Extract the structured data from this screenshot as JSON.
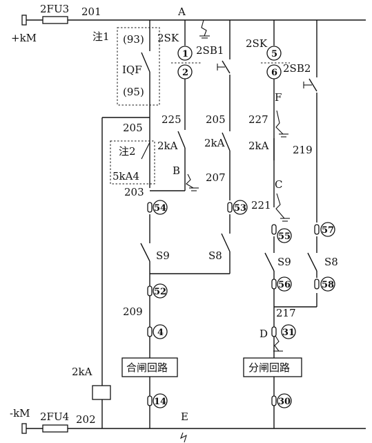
{
  "labels": {
    "fuse_top": "2FU3",
    "node_201": "201",
    "node_A": "A",
    "pos_bus": "+kM",
    "note1": "注1",
    "iqf_93": "(93)",
    "iqf_name": "IQF",
    "iqf_95": "(95)",
    "sk_left": "2SK",
    "sk_right": "2SK",
    "sb1": "2SB1",
    "sb2": "2SB2",
    "n225": "225",
    "n205a": "205",
    "n205b": "205",
    "n227": "227",
    "F": "F",
    "kA_1": "2kA",
    "kA_2": "2kA",
    "kA_3": "2kA",
    "n219": "219",
    "note2": "注2",
    "kA4": "5kA4",
    "B": "B",
    "n207": "207",
    "n203": "203",
    "C": "C",
    "n221": "221",
    "S9_left": "S9",
    "S8_left": "S8",
    "S9_right": "S9",
    "S8_right": "S8",
    "n209": "209",
    "n217": "217",
    "D": "D",
    "kA_coil": "2kA",
    "close_circuit": "合闸回路",
    "open_circuit": "分闸回路",
    "neg_bus": "-kM",
    "fuse_bottom": "2FU4",
    "node_202": "202",
    "E": "E"
  },
  "circled_numbers": {
    "c1": "1",
    "c2": "2",
    "c5": "5",
    "c6": "6",
    "c54": "54",
    "c53": "53",
    "c55": "55",
    "c57": "57",
    "c52": "52",
    "c56": "56",
    "c58": "58",
    "c4": "4",
    "c31": "31",
    "c14": "14",
    "c30": "30"
  }
}
